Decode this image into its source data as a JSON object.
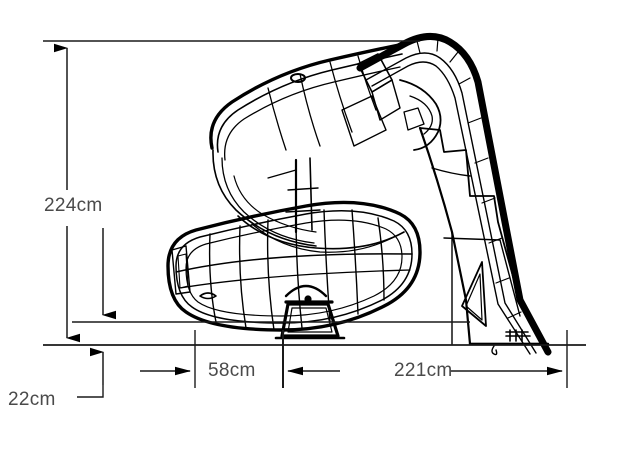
{
  "drawing": {
    "title": "Water slide side elevation dimension drawing",
    "subject": "spiral water slide with ladder and handrail",
    "view": "side elevation",
    "units": "cm",
    "line_color": "#000000",
    "dimension_line_color": "#1a1a1a",
    "text_color": "#4a4a4a",
    "background_color": "#ffffff"
  },
  "dimensions": {
    "height_total": {
      "label": "224cm",
      "value": 224,
      "unit": "cm",
      "orientation": "vertical",
      "description": "overall height from ground line to top of handrail"
    },
    "height_base": {
      "label": "22cm",
      "value": 22,
      "unit": "cm",
      "orientation": "vertical",
      "description": "height of base / lower flume exit above ground"
    },
    "width_left": {
      "label": "58cm",
      "value": 58,
      "unit": "cm",
      "orientation": "horizontal",
      "description": "horizontal offset from flume overhang to centre pedestal"
    },
    "width_right": {
      "label": "221cm",
      "value": 221,
      "unit": "cm",
      "orientation": "horizontal",
      "description": "horizontal span from centre pedestal to ladder foot"
    }
  }
}
